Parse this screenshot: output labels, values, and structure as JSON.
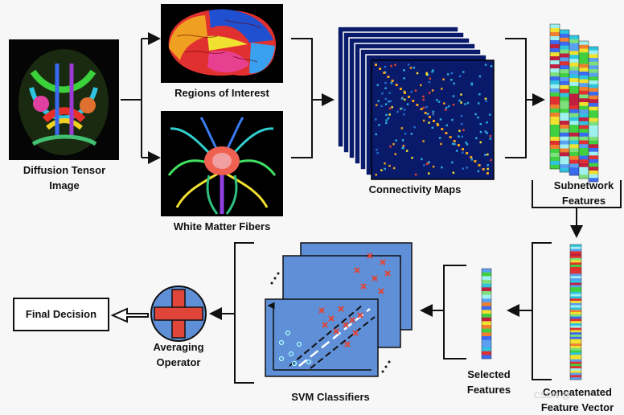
{
  "labels": {
    "dti": [
      "Diffusion Tensor",
      "Image"
    ],
    "roi": "Regions of Interest",
    "wmf": "White Matter Fibers",
    "connectivity": "Connectivity Maps",
    "subnetwork": [
      "Subnetwork",
      "Features"
    ],
    "concat": [
      "Concatenated",
      "Feature Vector"
    ],
    "selected": [
      "Selected",
      "Features"
    ],
    "svm": "SVM Classifiers",
    "averaging": [
      "Averaging",
      "Operator"
    ],
    "final": "Final Decision"
  },
  "watermark": "CSDN @"
}
